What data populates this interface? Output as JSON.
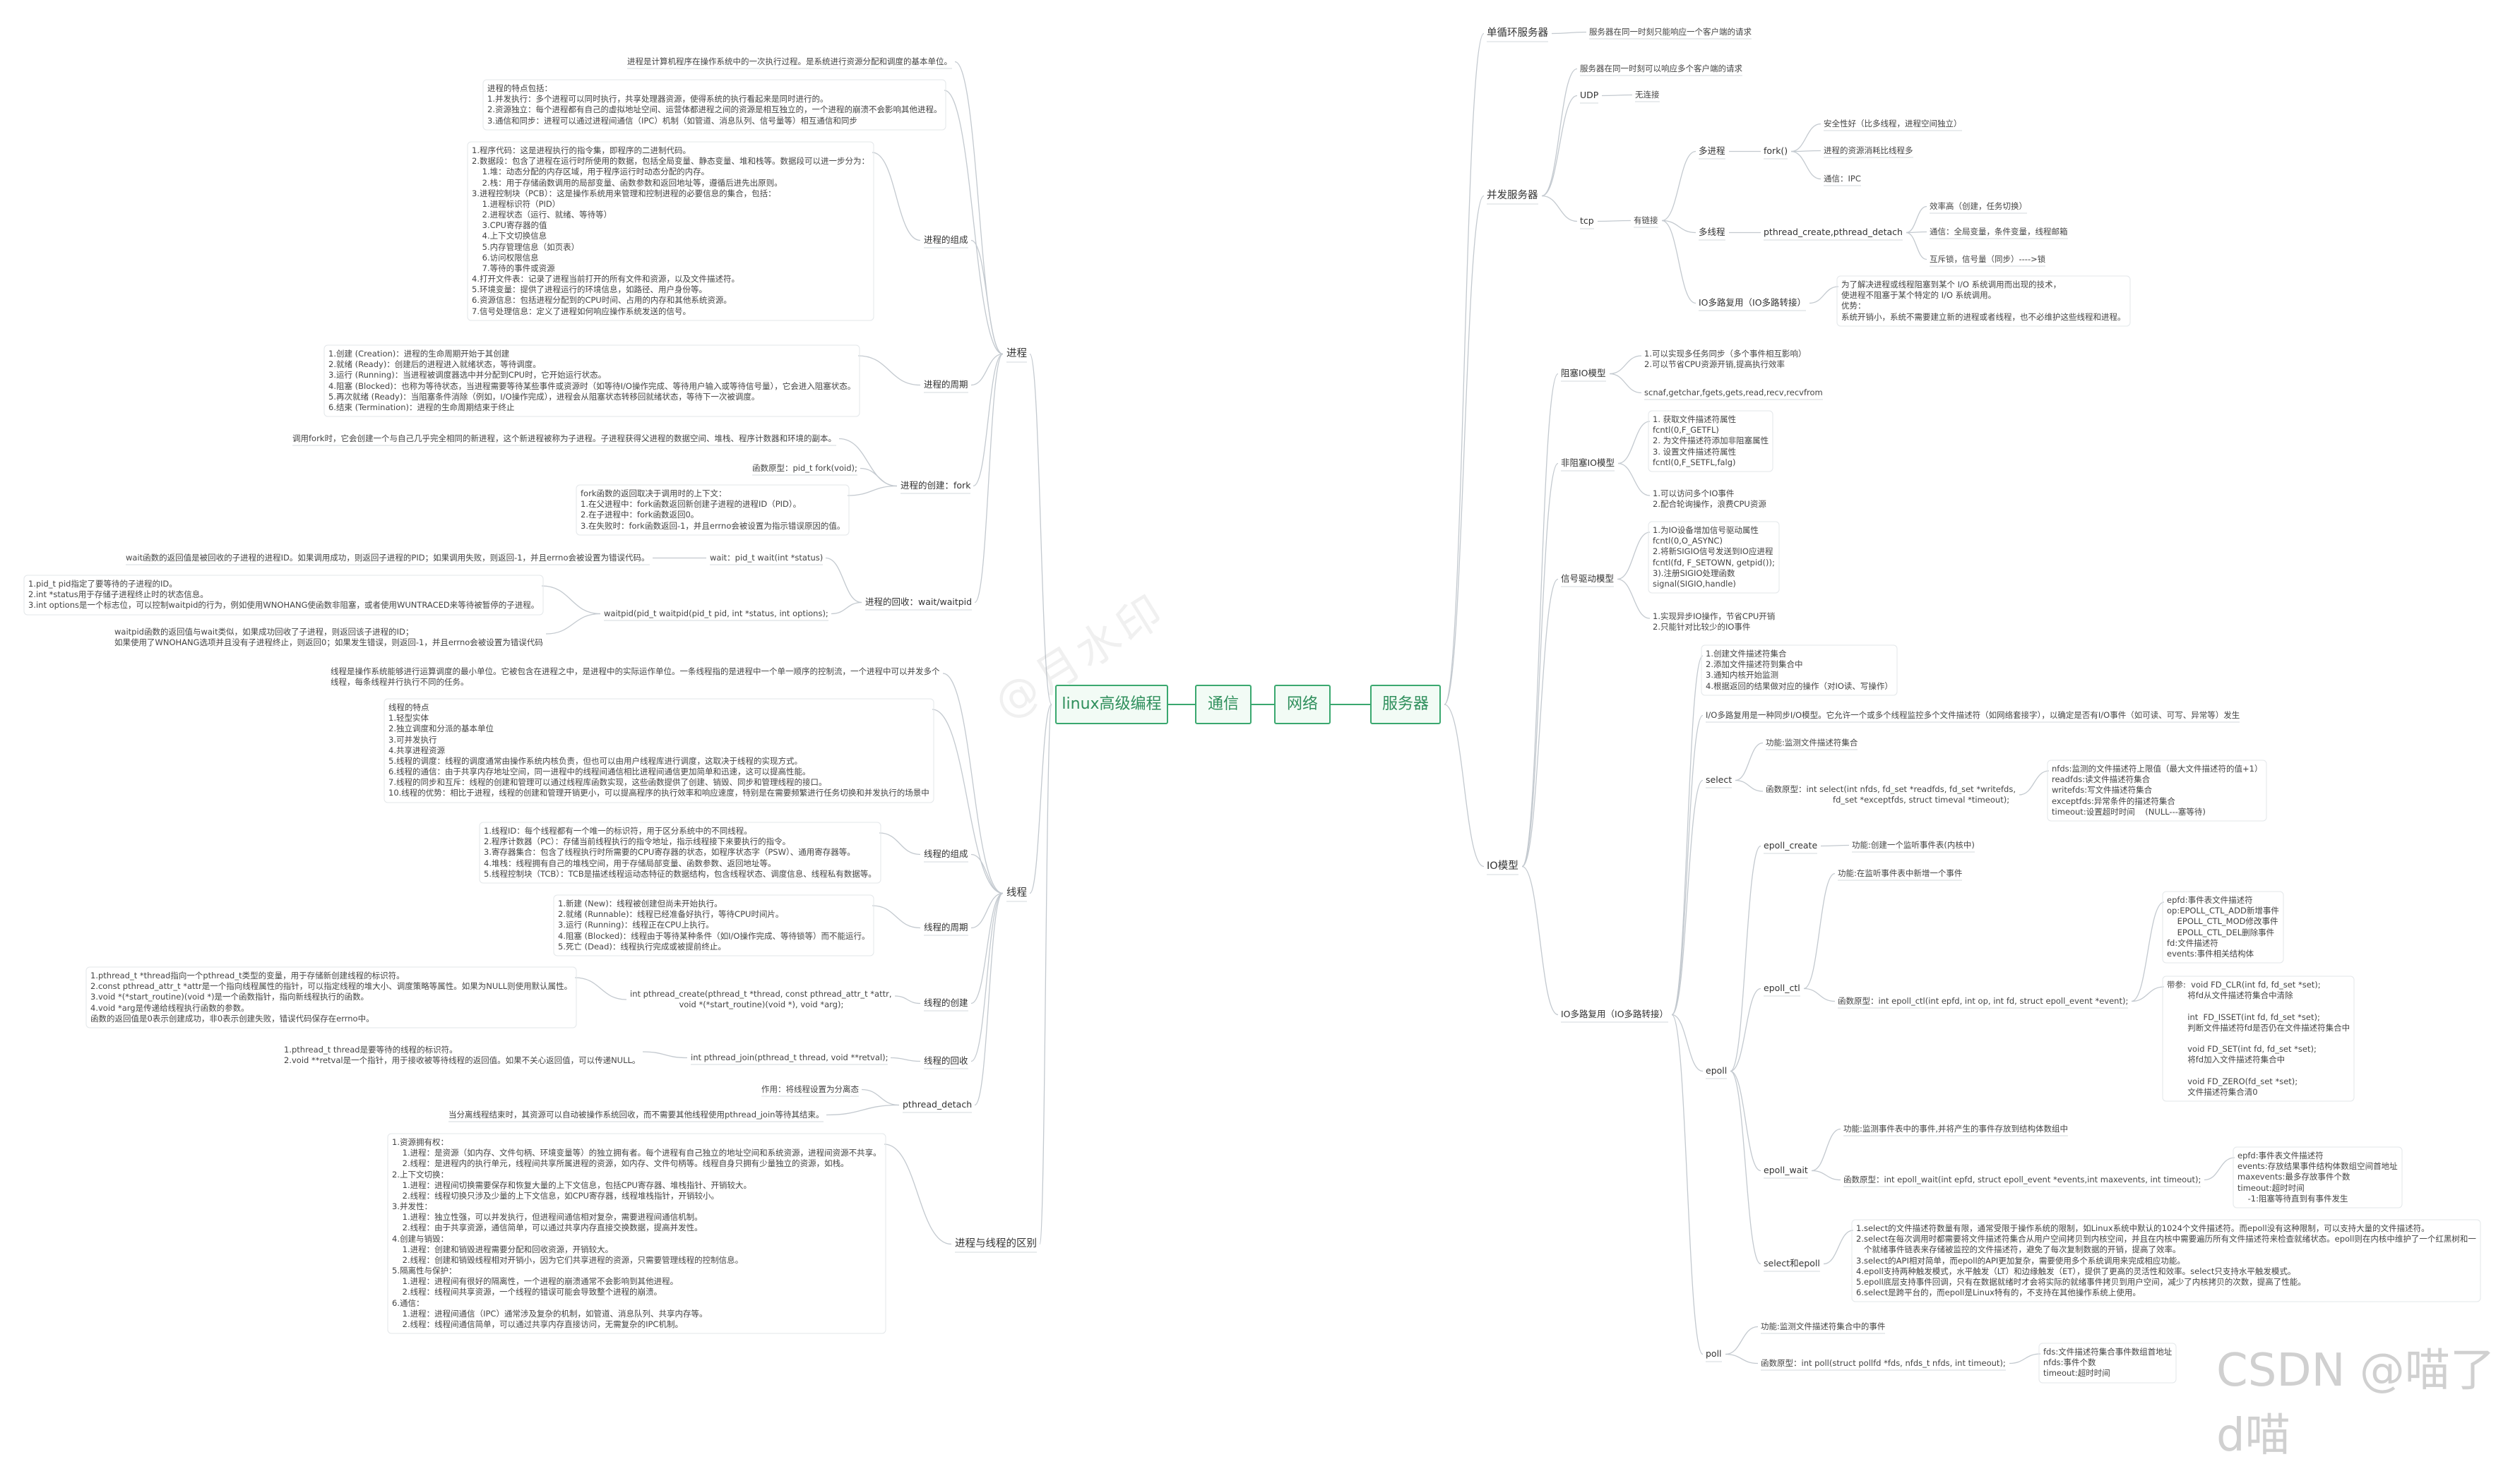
{
  "center": {
    "root": "linux高级编程",
    "c1": "通信",
    "c2": "网络",
    "c3": "服务器"
  },
  "watermark": "@月水印",
  "csdn": "CSDN @喵了d喵",
  "server": {
    "single": "单循环服务器",
    "single_desc": "服务器在同一时刻只能响应一个客户端的请求",
    "concurrent": "并发服务器",
    "conc_desc": "服务器在同一时刻可以响应多个客户端的请求",
    "udp": "UDP",
    "udp_desc": "无连接",
    "tcp": "tcp",
    "tcp_conn": "有链接",
    "mp": "多进程",
    "fork": "fork()",
    "fork_1": "安全性好（比多线程，进程空间独立）",
    "fork_2": "进程的资源消耗比线程多",
    "fork_3": "通信：IPC",
    "mt": "多线程",
    "pthread": "pthread_create,pthread_detach",
    "pt_1": "效率高（创建，任务切换）",
    "pt_2": "通信：全局变量，条件变量，线程邮箱",
    "pt_3": "互斥锁，信号量（同步）---->锁",
    "iomux": "IO多路复用（IO多路转接）",
    "iomux_desc": "为了解决进程或线程阻塞到某个 I/O 系统调用而出现的技术，\n使进程不阻塞于某个特定的 I/O 系统调用。\n优势：\n系统开销小，系统不需要建立新的进程或者线程，也不必维护这些线程和进程。"
  },
  "iomodel": {
    "title": "IO模型",
    "block": "阻塞IO模型",
    "block_1": "1.可以实现多任务同步（多个事件相互影响）\n2.可以节省CPU资源开销,提高执行效率",
    "block_2": "scnaf,getchar,fgets,gets,read,recv,recvfrom",
    "nonblock": "非阻塞IO模型",
    "nb_1": "1. 获取文件描述符属性\nfcntl(0,F_GETFL)\n2. 为文件描述符添加非阻塞属性\n3. 设置文件描述符属性\nfcntl(0,F_SETFL,falg)",
    "nb_2": "1.可以访问多个IO事件\n2.配合轮询操作，浪费CPU资源",
    "signal": "信号驱动模型",
    "sig_1": "1.为IO设备增加信号驱动属性\nfcntl(0,O_ASYNC)\n2.将新SIGIO信号发送到IO应进程\nfcntl(fd, F_SETOWN, getpid());\n3).注册SIGIO处理函数\nsignal(SIGIO,handle)",
    "sig_2": "1.实现异步IO操作，节省CPU开销\n2.只能针对比较少的IO事件",
    "mux": "IO多路复用（IO多路转接）",
    "mux_steps": "1.创建文件描述符集合\n2.添加文件描述符到集合中\n3.通知内核开始监测\n4.根据返回的结果做对应的操作（对IO读、写操作）",
    "mux_desc": "I/O多路复用是一种同步I/O模型。它允许一个或多个线程监控多个文件描述符（如网络套接字），以确定是否有I/O事件（如可读、可写、异常等）发生",
    "select": "select",
    "sel_f": "功能:监测文件描述符集合",
    "sel_p": "函数原型：int select(int nfds, fd_set *readfds, fd_set *writefds,\n                          fd_set *exceptfds, struct timeval *timeout);",
    "sel_args": "nfds:监测的文件描述符上限值（最大文件描述符的值+1）\nreadfds:读文件描述符集合\nwritefds:写文件描述符集合\nexceptfds:异常条件的描述符集合\ntimeout:设置超时时间    (NULL---塞等待)",
    "epoll": "epoll",
    "ec": "epoll_create",
    "ec_f": "功能:创建一个监听事件表(内核中)",
    "ectl": "epoll_ctl",
    "ectl_f": "功能:在监听事件表中新增一个事件",
    "ectl_p": "函数原型：int epoll_ctl(int epfd, int op, int fd, struct epoll_event *event);",
    "ectl_args": "epfd:事件表文件描述符\nop:EPOLL_CTL_ADD新增事件\n    EPOLL_CTL_MOD修改事件\n    EPOLL_CTL_DEL删除事件\nfd:文件描述符\nevents:事件相关结构体",
    "fdset": "带参:  void FD_CLR(int fd, fd_set *set);\n        将fd从文件描述符集合中清除\n\n        int  FD_ISSET(int fd, fd_set *set);\n        判断文件描述符fd是否仍在文件描述符集合中\n\n        void FD_SET(int fd, fd_set *set);\n        将fd加入文件描述符集合中\n\n        void FD_ZERO(fd_set *set);\n        文件描述符集合清0",
    "ew": "epoll_wait",
    "ew_f": "功能:监测事件表中的事件,并将产生的事件存放到结构体数组中",
    "ew_p": "函数原型：int epoll_wait(int epfd, struct epoll_event *events,int maxevents, int timeout);",
    "ew_args": "epfd:事件表文件描述符\nevents:存放结果事件结构体数组空间首地址\nmaxevents:最多存放事件个数\ntimeout:超时时间\n    -1:阻塞等待直到有事件发生",
    "cmp": "select和epoll",
    "cmp_desc": "1.select的文件描述符数量有限，通常受限于操作系统的限制，如Linux系统中默认的1024个文件描述符。而epoll没有这种限制，可以支持大量的文件描述符。\n2.select在每次调用时都需要将文件描述符集合从用户空间拷贝到内核空间，并且在内核中需要遍历所有文件描述符来检查就绪状态。epoll则在内核中维护了一个红黑树和一\n   个就绪事件链表来存储被监控的文件描述符，避免了每次复制数据的开销，提高了效率。\n3.select的API相对简单，而epoll的API更加复杂，需要使用多个系统调用来完成相应功能。\n4.epoll支持两种触发模式，水平触发（LT）和边缘触发（ET），提供了更高的灵活性和效率。select只支持水平触发模式。\n5.epoll底层支持事件回调，只有在数据就绪时才会将实际的就绪事件拷贝到用户空间，减少了内核拷贝的次数，提高了性能。\n6.select是跨平台的，而epoll是Linux特有的，不支持在其他操作系统上使用。",
    "poll": "poll",
    "poll_f": "功能:监测文件描述符集合中的事件",
    "poll_p": "函数原型：int poll(struct pollfd *fds, nfds_t nfds, int timeout);",
    "poll_args": "fds:文件描述符集合事件数组首地址\nnfds:事件个数\ntimeout:超时时间"
  },
  "process": {
    "title": "进程",
    "def": "进程是计算机程序在操作系统中的一次执行过程。是系统进行资源分配和调度的基本单位。",
    "feat": "进程的特点包括：\n1.并发执行：多个进程可以同时执行，共享处理器资源，使得系统的执行看起来是同时进行的。\n2.资源独立：每个进程都有自己的虚拟地址空间、运营体都进程之间的资源是相互独立的，一个进程的崩溃不会影响其他进程。\n3.通信和同步：进程可以通过进程间通信（IPC）机制（如管道、消息队列、信号量等）相互通信和同步",
    "comp": "进程的组成",
    "comp_desc": "1.程序代码：这是进程执行的指令集，即程序的二进制代码。\n2.数据段：包含了进程在运行时所使用的数据，包括全局变量、静态变量、堆和栈等。数据段可以进一步分为：\n    1.堆：动态分配的内存区域，用于程序运行时动态分配的内存。\n    2.栈：用于存储函数调用的局部变量、函数参数和返回地址等，遵循后进先出原则。\n3.进程控制块（PCB）：这是操作系统用来管理和控制进程的必要信息的集合，包括：\n    1.进程标识符（PID）\n    2.进程状态（运行、就绪、等待等）\n    3.CPU寄存器的值\n    4.上下文切换信息\n    5.内存管理信息（如页表）\n    6.访问权限信息\n    7.等待的事件或资源\n4.打开文件表：记录了进程当前打开的所有文件和资源，以及文件描述符。\n5.环境变量：提供了进程运行的环境信息，如路径、用户身份等。\n6.资源信息：包括进程分配到的CPU时间、占用的内存和其他系统资源。\n7.信号处理信息：定义了进程如何响应操作系统发送的信号。",
    "life": "进程的周期",
    "life_desc": "1.创建 (Creation)：进程的生命周期开始于其创建\n2.就绪 (Ready)：创建后的进程进入就绪状态，等待调度。\n3.运行 (Running)：当进程被调度器选中并分配到CPU时，它开始运行状态。\n4.阻塞 (Blocked)：也称为等待状态，当进程需要等待某些事件或资源时（如等待I/O操作完成、等待用户输入或等待信号量），它会进入阻塞状态。\n5.再次就绪 (Ready)：当阻塞条件消除（例如，I/O操作完成），进程会从阻塞状态转移回就绪状态，等待下一次被调度。\n6.结束 (Termination)：进程的生命周期结束于终止",
    "create": "进程的创建：fork",
    "fork_desc": "调用fork时，它会创建一个与自己几乎完全相同的新进程，这个新进程被称为子进程。子进程获得父进程的数据空间、堆栈、程序计数器和环境的副本。",
    "fork_proto": "函数原型：pid_t fork(void);",
    "fork_ret": "fork函数的返回取决于调用时的上下文：\n1.在父进程中：fork函数返回新创建子进程的进程ID（PID）。\n2.在子进程中：fork函数返回0。\n3.在失败时：fork函数返回-1，并且errno会被设置为指示错误原因的值。",
    "recycle": "进程的回收：wait/waitpid",
    "wait": "wait：pid_t wait(int *status)",
    "wait_desc": "wait函数的返回值是被回收的子进程的进程ID。如果调用成功，则返回子进程的PID；如果调用失败，则返回-1，并且errno会被设置为错误代码。",
    "waitpid": "waitpid(pid_t waitpid(pid_t pid, int *status, int options);",
    "waitpid_args": "1.pid_t pid指定了要等待的子进程的ID。\n2.int *status用于存储子进程终止时的状态信息。\n3.int options是一个标志位，可以控制waitpid的行为，例如使用WNOHANG使函数非阻塞，或者使用WUNTRACED来等待被暂停的子进程。",
    "waitpid_ret": "waitpid函数的返回值与wait类似，如果成功回收了子进程，则返回该子进程的ID；\n如果使用了WNOHANG选项并且没有子进程终止，则返回0；如果发生错误，则返回-1，并且errno会被设置为错误代码"
  },
  "thread": {
    "title": "线程",
    "def": "线程是操作系统能够进行运算调度的最小单位。它被包含在进程之中，是进程中的实际运作单位。一条线程指的是进程中一个单一顺序的控制流，一个进程中可以并发多个\n线程，每条线程并行执行不同的任务。",
    "feat": "线程的特点\n1.轻型实体\n2.独立调度和分派的基本单位\n3.可并发执行\n4.共享进程资源\n5.线程的调度：线程的调度通常由操作系统内核负责，但也可以由用户线程库进行调度，这取决于线程的实现方式。\n6.线程的通信：由于共享内存地址空间，同一进程中的线程间通信相比进程间通信更加简单和迅速，这可以提高性能。\n7.线程的同步和互斥：线程的创建和管理可以通过线程库函数实现，这些函数提供了创建、销毁、同步和管理线程的接口。\n10.线程的优势：相比于进程，线程的创建和管理开销更小，可以提高程序的执行效率和响应速度，特别是在需要频繁进行任务切换和并发执行的场景中",
    "comp": "线程的组成",
    "comp_desc": "1.线程ID：每个线程都有一个唯一的标识符，用于区分系统中的不同线程。\n2.程序计数器（PC）：存储当前线程执行的指令地址，指示线程接下来要执行的指令。\n3.寄存器集合：包含了线程执行时所需要的CPU寄存器的状态，如程序状态字（PSW）、通用寄存器等。\n4.堆栈：线程拥有自己的堆栈空间，用于存储局部变量、函数参数、返回地址等。\n5.线程控制块（TCB）：TCB是描述线程运动态特征的数据结构，包含线程状态、调度信息、线程私有数据等。",
    "life": "线程的周期",
    "life_desc": "1.新建 (New)：线程被创建但尚未开始执行。\n2.就绪 (Runnable)：线程已经准备好执行，等待CPU时间片。\n3.运行 (Running)：线程正在CPU上执行。\n4.阻塞 (Blocked)：线程由于等待某种条件（如I/O操作完成、等待锁等）而不能运行。\n5.死亡 (Dead)：线程执行完成或被提前终止。",
    "create": "线程的创建",
    "create_proto": "int pthread_create(pthread_t *thread, const pthread_attr_t *attr,\n                   void *(*start_routine)(void *), void *arg);",
    "create_args": "1.pthread_t *thread指向一个pthread_t类型的变量，用于存储新创建线程的标识符。\n2.const pthread_attr_t *attr是一个指向线程属性的指针，可以指定线程的堆大小、调度策略等属性。如果为NULL则使用默认属性。\n3.void *(*start_routine)(void *)是一个函数指针，指向新线程执行的函数。\n4.void *arg是传递给线程执行函数的参数。\n函数的返回值是0表示创建成功，非0表示创建失败，错误代码保存在errno中。",
    "recycle": "线程的回收",
    "join_proto": "int pthread_join(pthread_t thread, void **retval);",
    "join_args": "1.pthread_t thread是要等待的线程的标识符。\n2.void **retval是一个指针，用于接收被等待线程的返回值。如果不关心返回值，可以传递NULL。",
    "detach": "pthread_detach",
    "detach_1": "作用：将线程设置为分离态",
    "detach_2": "当分离线程结束时，其资源可以自动被操作系统回收，而不需要其他线程使用pthread_join等待其结束。"
  },
  "diff": {
    "title": "进程与线程的区别",
    "desc": "1.资源拥有权：\n    1.进程：是资源（如内存、文件句柄、环境变量等）的独立拥有者。每个进程有自己独立的地址空间和系统资源，进程间资源不共享。\n    2.线程：是进程内的执行单元，线程间共享所属进程的资源，如内存、文件句柄等。线程自身只拥有少量独立的资源，如栈。\n2.上下文切换：\n    1.进程：进程间切换需要保存和恢复大量的上下文信息，包括CPU寄存器、堆栈指针、开销较大。\n    2.线程：线程切换只涉及少量的上下文信息，如CPU寄存器，线程堆栈指针，开销较小。\n3.并发性：\n    1.进程：独立性强，可以并发执行，但进程间通信相对复杂，需要进程间通信机制。\n    2.线程：由于共享资源，通信简单，可以通过共享内存直接交换数据，提高并发性。\n4.创建与销毁：\n    1.进程：创建和销毁进程需要分配和回收资源，开销较大。\n    2.线程：创建和销毁线程相对开销小，因为它们共享进程的资源，只需要管理线程的控制信息。\n5.隔离性与保护：\n    1.进程：进程间有很好的隔离性，一个进程的崩溃通常不会影响到其他进程。\n    2.线程：线程间共享资源，一个线程的错误可能会导致整个进程的崩溃。\n6.通信：\n    1.进程：进程间通信（IPC）通常涉及复杂的机制，如管道、消息队列、共享内存等。\n    2.线程：线程间通信简单，可以通过共享内存直接访问，无需复杂的IPC机制。"
  },
  "colors": {
    "line": "#c3c9cf",
    "accent": "#3aa86f",
    "text": "#444444"
  }
}
